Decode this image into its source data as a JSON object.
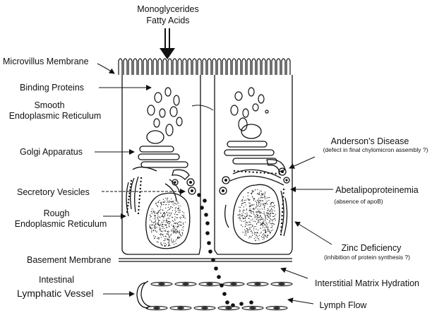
{
  "labels": {
    "input_line1": "Monoglycerides",
    "input_line2": "Fatty Acids",
    "microvillus": "Microvillus Membrane",
    "binding": "Binding Proteins",
    "ser_line1": "Smooth",
    "ser_line2": "Endoplasmic Reticulum",
    "golgi": "Golgi Apparatus",
    "secretory": "Secretory Vesicles",
    "rer_line1": "Rough",
    "rer_line2": "Endoplasmic Reticulum",
    "basement": "Basement Membrane",
    "lymph_line1": "Intestinal",
    "lymph_line2": "Lymphatic Vessel",
    "anderson": "Anderson's Disease",
    "anderson_note": "(defect in final chylomicron assembly ?)",
    "abeta": "Abetalipoproteinemia",
    "abeta_note": "(absence of apoB)",
    "zinc": "Zinc Deficiency",
    "zinc_note": "(inhibition of protein synthesis ?)",
    "interstitial": "Interstitial Matrix Hydration",
    "lymph_flow": "Lymph Flow"
  },
  "stroke_color": "#111111",
  "background": "#ffffff"
}
